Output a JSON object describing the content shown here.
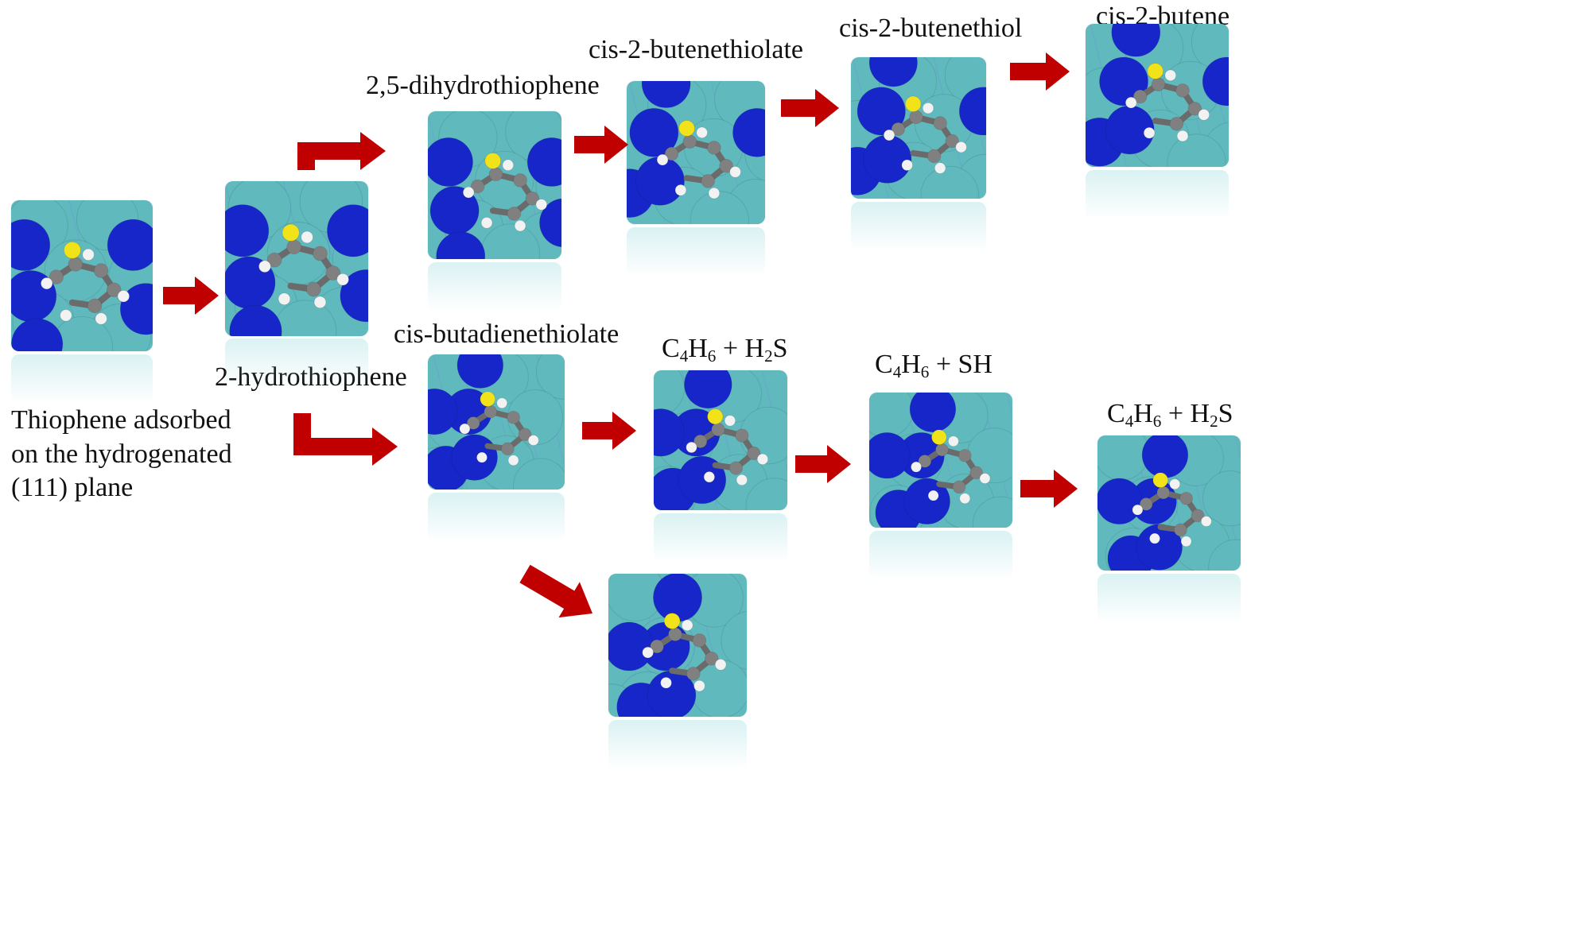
{
  "labels": {
    "thiophene": "Thiophene adsorbed on the hydrogenated (111) plane",
    "hydrothiophene": "2-hydrothiophene",
    "dihydrothiophene": "2,5-dihydrothiophene",
    "butenethiolate": "cis-2-butenethiolate",
    "butenethiol": "cis-2-butenethiol",
    "butene": "cis-2-butene",
    "butadienethiolate": "cis-butadienethiolate",
    "c4h6_h2s_1": {
      "a": "C",
      "b": "4",
      "c": "H",
      "d": "6",
      "e": " + H",
      "f": "2",
      "g": "S"
    },
    "c4h6_sh": {
      "a": "C",
      "b": "4",
      "c": "H",
      "d": "6",
      "e": " + SH"
    },
    "c4h6_h2s_2": {
      "a": "C",
      "b": "4",
      "c": "H",
      "d": "6",
      "e": " + H",
      "f": "2",
      "g": "S"
    }
  },
  "colors": {
    "arrow": "#c00000",
    "surface_atom": "#5fb9bd",
    "subsurface_atom": "#1726c8",
    "sulfur": "#f2e21a",
    "carbon": "#808080",
    "hydrogen": "#f2f2f2"
  }
}
